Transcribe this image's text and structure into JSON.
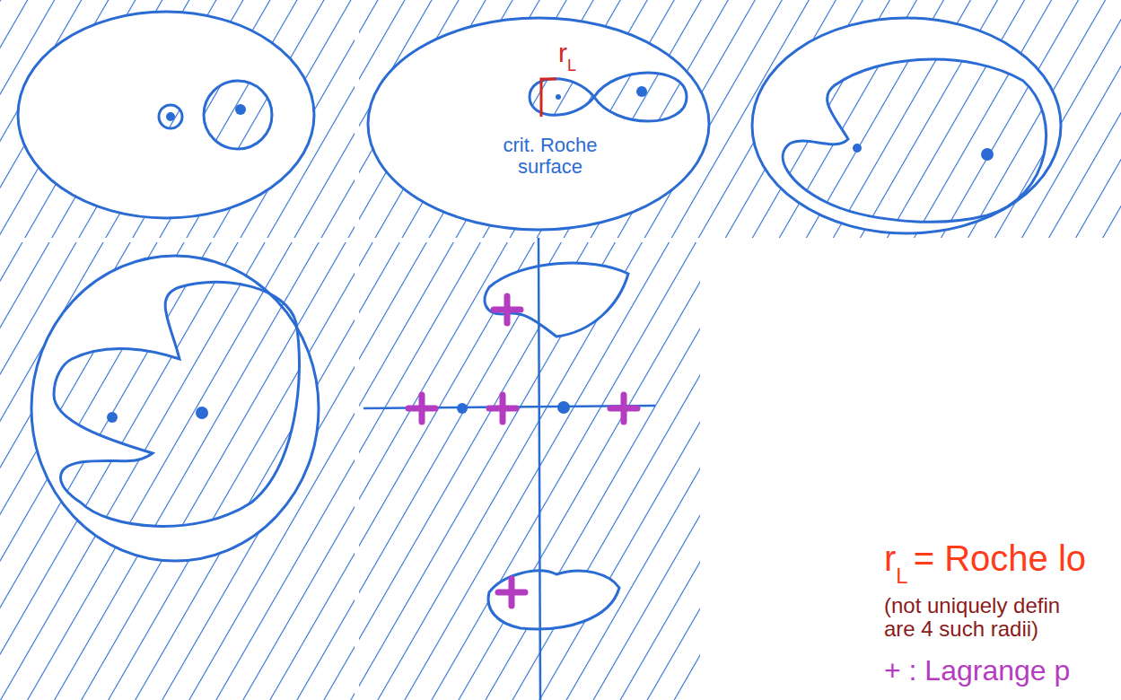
{
  "diagram": {
    "labels": [
      "r",
      "L",
      "crit. Roche surface",
      "r",
      "L",
      "= Roche lo",
      "(not uniquely defin are 4 such radii)",
      "+ : Lagrange p"
    ]
  }
}
